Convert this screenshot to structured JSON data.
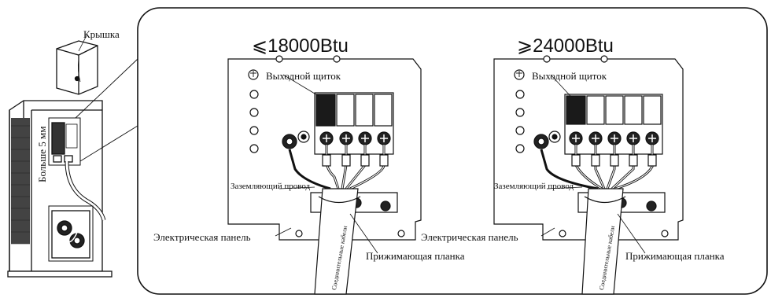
{
  "outdoor_unit": {
    "cover_label": "Крышка",
    "gap_label": "Больше 5 мм"
  },
  "panels": [
    {
      "capacity": "⩽18000Btu",
      "terminal_label": "Выходной щиток",
      "ground_label": "Заземляющий провод",
      "panel_label": "Электрическая панель",
      "clamp_label": "Прижимающая планка",
      "cable_label": "Соединительные кабели",
      "terminals": 4
    },
    {
      "capacity": "⩾24000Btu",
      "terminal_label": "Выходной щиток",
      "ground_label": "Заземляющий провод",
      "panel_label": "Электрическая панель",
      "clamp_label": "Прижимающая планка",
      "cable_label": "Соединительные кабели",
      "terminals": 5
    }
  ],
  "colors": {
    "line": "#111111",
    "background": "#ffffff"
  }
}
